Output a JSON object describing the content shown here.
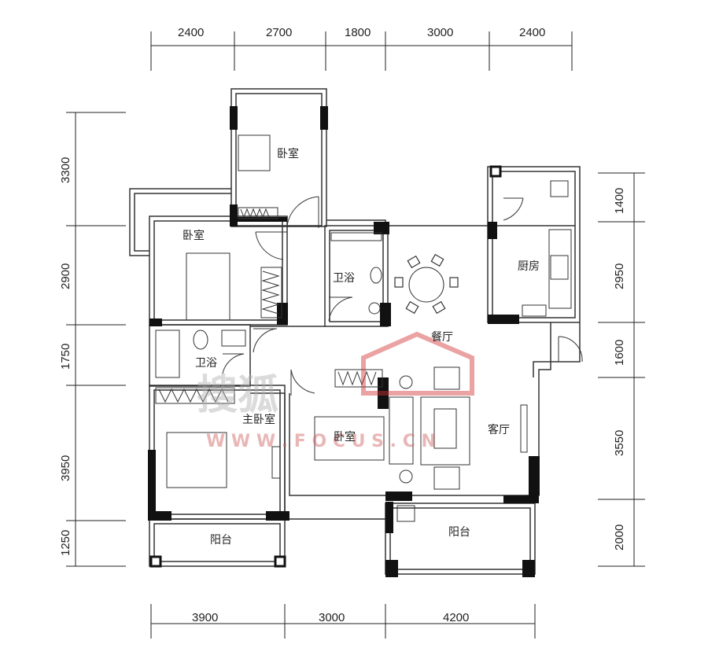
{
  "dimensions": {
    "top": [
      "2400",
      "2700",
      "1800",
      "3000",
      "2400"
    ],
    "bottom": [
      "3900",
      "3000",
      "4200"
    ],
    "left": [
      "3300",
      "2900",
      "1750",
      "3950",
      "1250"
    ],
    "right": [
      "1400",
      "2950",
      "1600",
      "3550",
      "2000"
    ]
  },
  "rooms": {
    "bedroom_top": "卧室",
    "bedroom_left": "卧室",
    "bathroom_upper": "卫浴",
    "dining": "餐厅",
    "kitchen": "厨房",
    "bathroom_lower": "卫浴",
    "master_bedroom": "主卧室",
    "bedroom_mid": "卧室",
    "living": "客厅",
    "balcony_left": "阳台",
    "balcony_right": "阳台"
  },
  "watermark": {
    "brand": "搜狐",
    "url": "W W W . F O C U S . C N"
  }
}
